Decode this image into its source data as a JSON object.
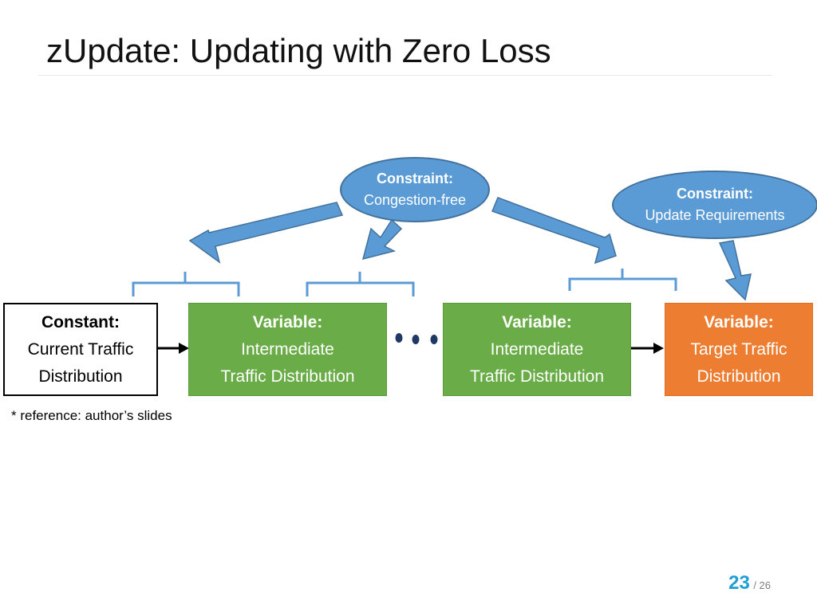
{
  "slide": {
    "title": "zUpdate: Updating with Zero Loss",
    "footnote": "* reference: author’s slides",
    "page_current": "23",
    "page_total": "/ 26"
  },
  "diagram": {
    "constant_box": {
      "heading": "Constant:",
      "line1": "Current Traffic",
      "line2": "Distribution"
    },
    "variable_box_1": {
      "heading": "Variable:",
      "line1": "Intermediate",
      "line2": "Traffic Distribution"
    },
    "variable_box_2": {
      "heading": "Variable:",
      "line1": "Intermediate",
      "line2": "Traffic Distribution"
    },
    "target_box": {
      "heading": "Variable:",
      "line1": "Target Traffic",
      "line2": "Distribution"
    },
    "constraint_congestion": {
      "heading": "Constraint:",
      "text": "Congestion-free"
    },
    "constraint_update": {
      "heading": "Constraint:",
      "text": "Update Requirements"
    },
    "colors": {
      "constraint_fill": "#5b9bd5",
      "variable_fill": "#6aac47",
      "target_fill": "#ed7d31",
      "page_number": "#1f9fd6",
      "ellipsis_dots": "#1f3864"
    }
  }
}
